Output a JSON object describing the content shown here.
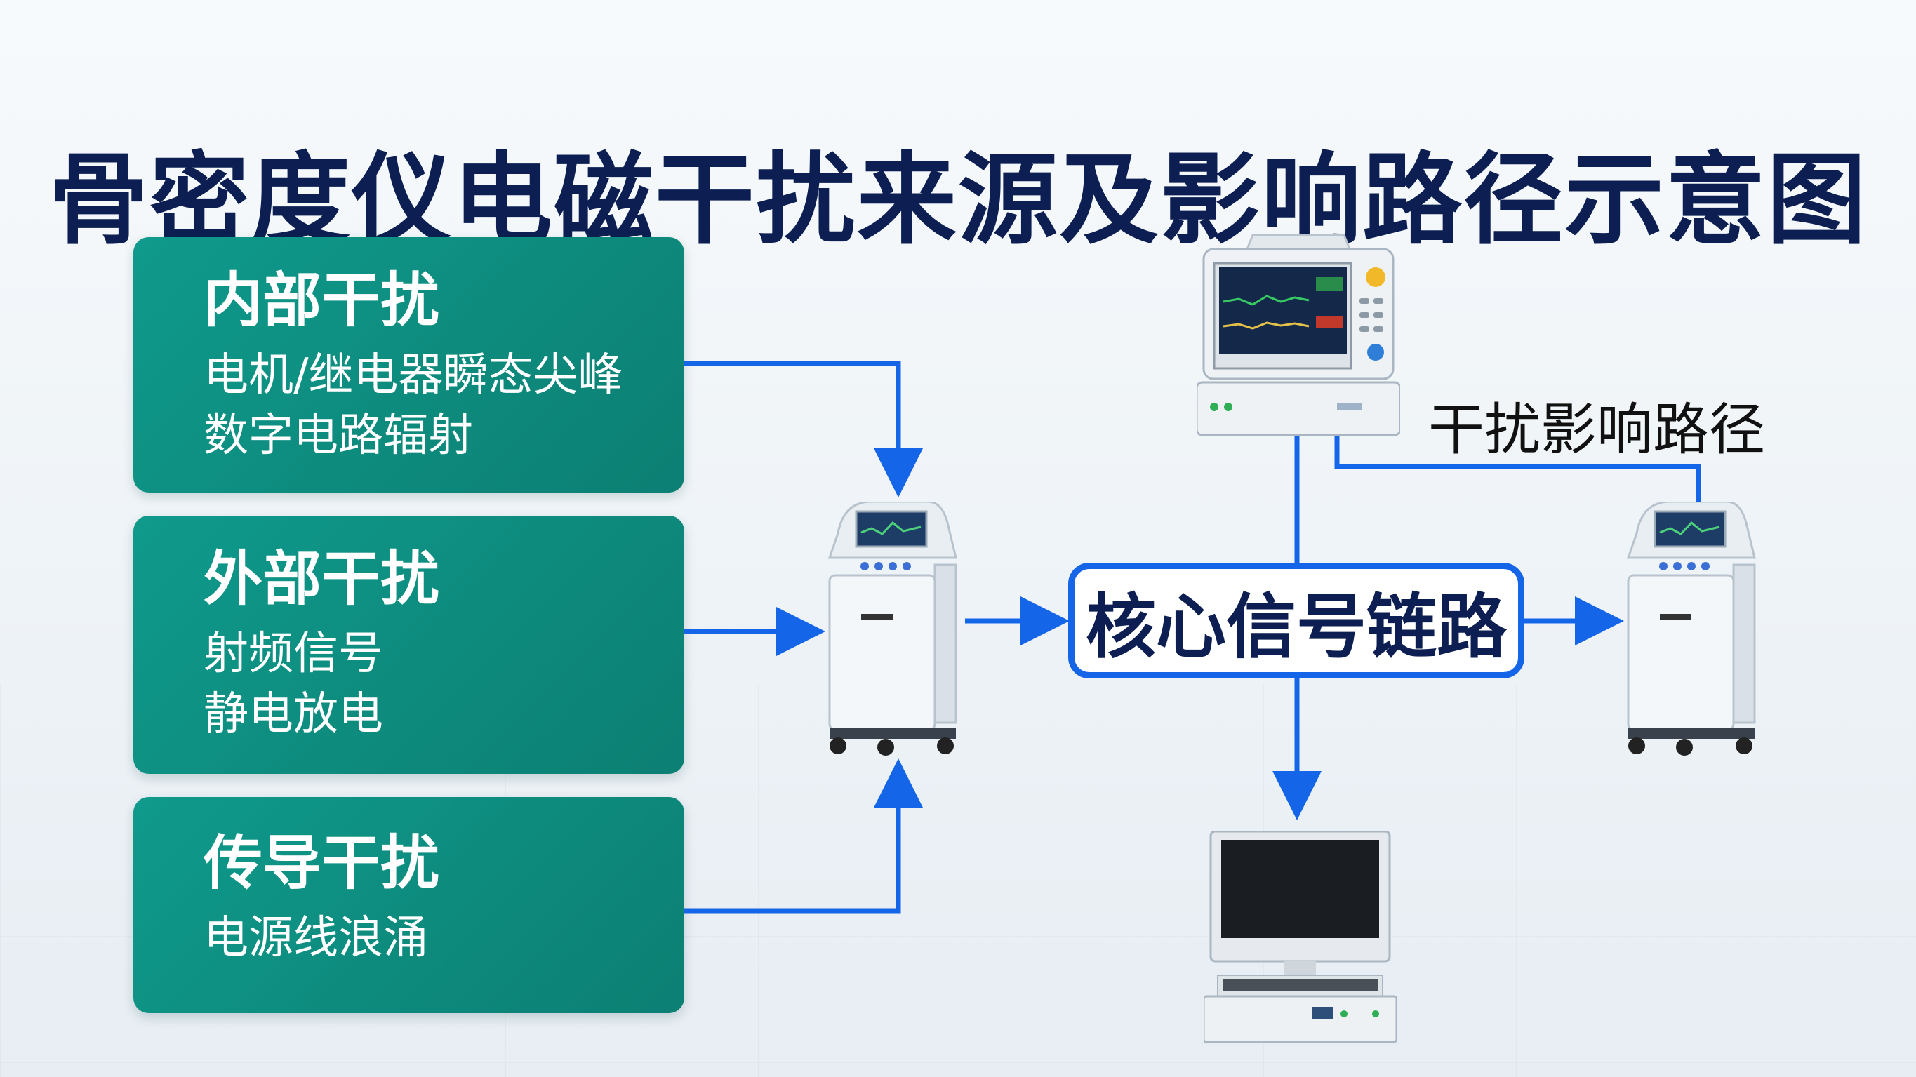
{
  "title": "骨密度仪电磁干扰来源及影响路径示意图",
  "sources": [
    {
      "heading": "内部干扰",
      "items": [
        "电机/继电器瞬态尖峰",
        "数字电路辐射"
      ]
    },
    {
      "heading": "外部干扰",
      "items": [
        "射频信号",
        "静电放电"
      ]
    },
    {
      "heading": "传导干扰",
      "items": [
        "电源线浪涌"
      ]
    }
  ],
  "core_label": "核心信号链路",
  "path_label": "干扰影响路径",
  "colors": {
    "panel": "#0f9a8c",
    "arrow": "#1565e8",
    "title": "#0d1f52"
  },
  "devices": [
    "left-densitometer-icon",
    "monitor-unit-icon",
    "right-densitometer-icon",
    "workstation-computer-icon"
  ]
}
